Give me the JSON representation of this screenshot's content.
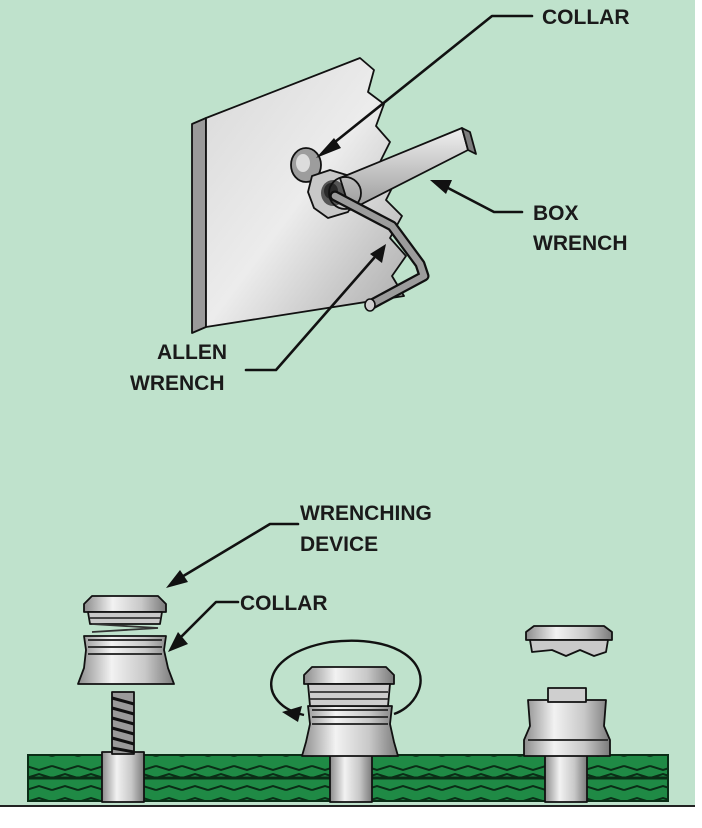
{
  "labels": {
    "collar_top": "COLLAR",
    "box_wrench_1": "BOX",
    "box_wrench_2": "WRENCH",
    "allen_wrench_1": "ALLEN",
    "allen_wrench_2": "WRENCH",
    "wrenching_device_1": "WRENCHING",
    "wrenching_device_2": "DEVICE",
    "collar_bottom": "COLLAR"
  },
  "colors": {
    "background": "#bfe2cc",
    "plate_green": "#1f8a45",
    "metal_light": "#e3e3e3",
    "metal_dark": "#8f8f8f"
  }
}
